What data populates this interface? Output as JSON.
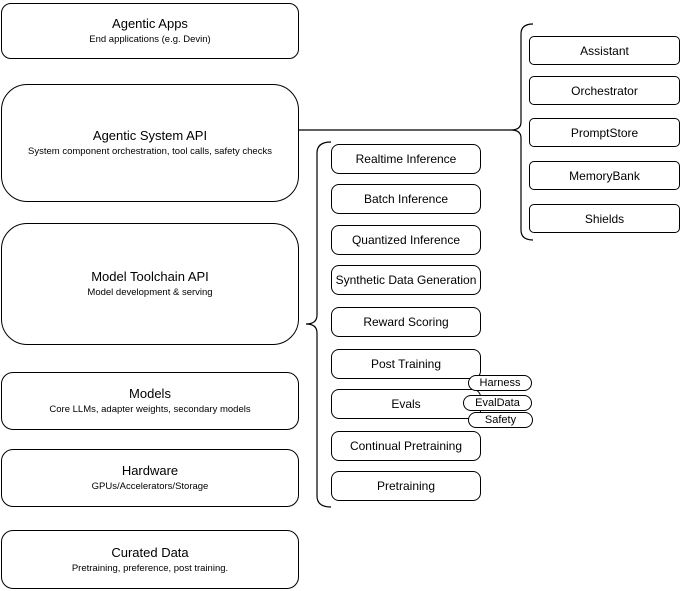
{
  "diagram": {
    "colors": {
      "stroke": "#000000",
      "fill": "#ffffff",
      "background": "#ffffff"
    },
    "left_column": [
      {
        "title": "Agentic Apps",
        "subtitle": "End applications (e.g. Devin)"
      },
      {
        "title": "Agentic System API",
        "subtitle": "System component orchestration, tool calls, safety checks"
      },
      {
        "title": "Model Toolchain API",
        "subtitle": "Model development & serving"
      },
      {
        "title": "Models",
        "subtitle": "Core LLMs, adapter weights, secondary models"
      },
      {
        "title": "Hardware",
        "subtitle": "GPUs/Accelerators/Storage"
      },
      {
        "title": "Curated Data",
        "subtitle": "Pretraining, preference, post training."
      }
    ],
    "middle_column": [
      {
        "label": "Realtime Inference"
      },
      {
        "label": "Batch Inference"
      },
      {
        "label": "Quantized Inference"
      },
      {
        "label": "Synthetic Data Generation"
      },
      {
        "label": "Reward Scoring"
      },
      {
        "label": "Post Training"
      },
      {
        "label": "Evals"
      },
      {
        "label": "Continual Pretraining"
      },
      {
        "label": "Pretraining"
      }
    ],
    "evals_pills": [
      {
        "label": "Harness"
      },
      {
        "label": "EvalData"
      },
      {
        "label": "Safety"
      }
    ],
    "right_column": [
      {
        "label": "Assistant"
      },
      {
        "label": "Orchestrator"
      },
      {
        "label": "PromptStore"
      },
      {
        "label": "MemoryBank"
      },
      {
        "label": "Shields"
      }
    ]
  }
}
